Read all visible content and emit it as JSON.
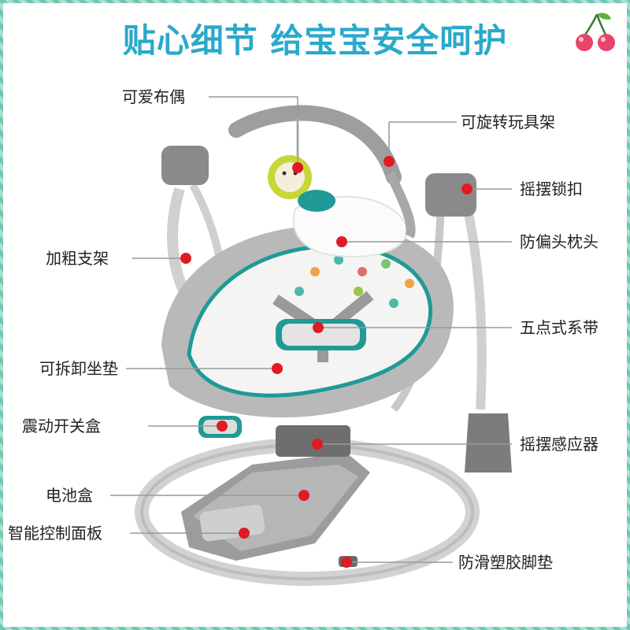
{
  "title": "贴心细节 给宝宝安全呵护",
  "colors": {
    "title": "#2aa9c9",
    "accent_teal": "#1f9a96",
    "marker": "#e01b24",
    "frame": "#6fc7b4"
  },
  "labels": {
    "doll": "可爱布偶",
    "rotating_toy_bar": "可旋转玩具架",
    "swing_lock": "摇摆锁扣",
    "thick_frame": "加粗支架",
    "anti_tilt_pillow": "防偏头枕头",
    "five_point_harness": "五点式系带",
    "removable_pad": "可拆卸坐垫",
    "vibration_box": "震动开关盒",
    "swing_sensor": "摇摆感应器",
    "battery_box": "电池盒",
    "control_panel": "智能控制面板",
    "anti_slip_feet": "防滑塑胶脚垫"
  },
  "icons": {
    "corner": "cherry-icon",
    "markers": "red-dot-marker"
  }
}
